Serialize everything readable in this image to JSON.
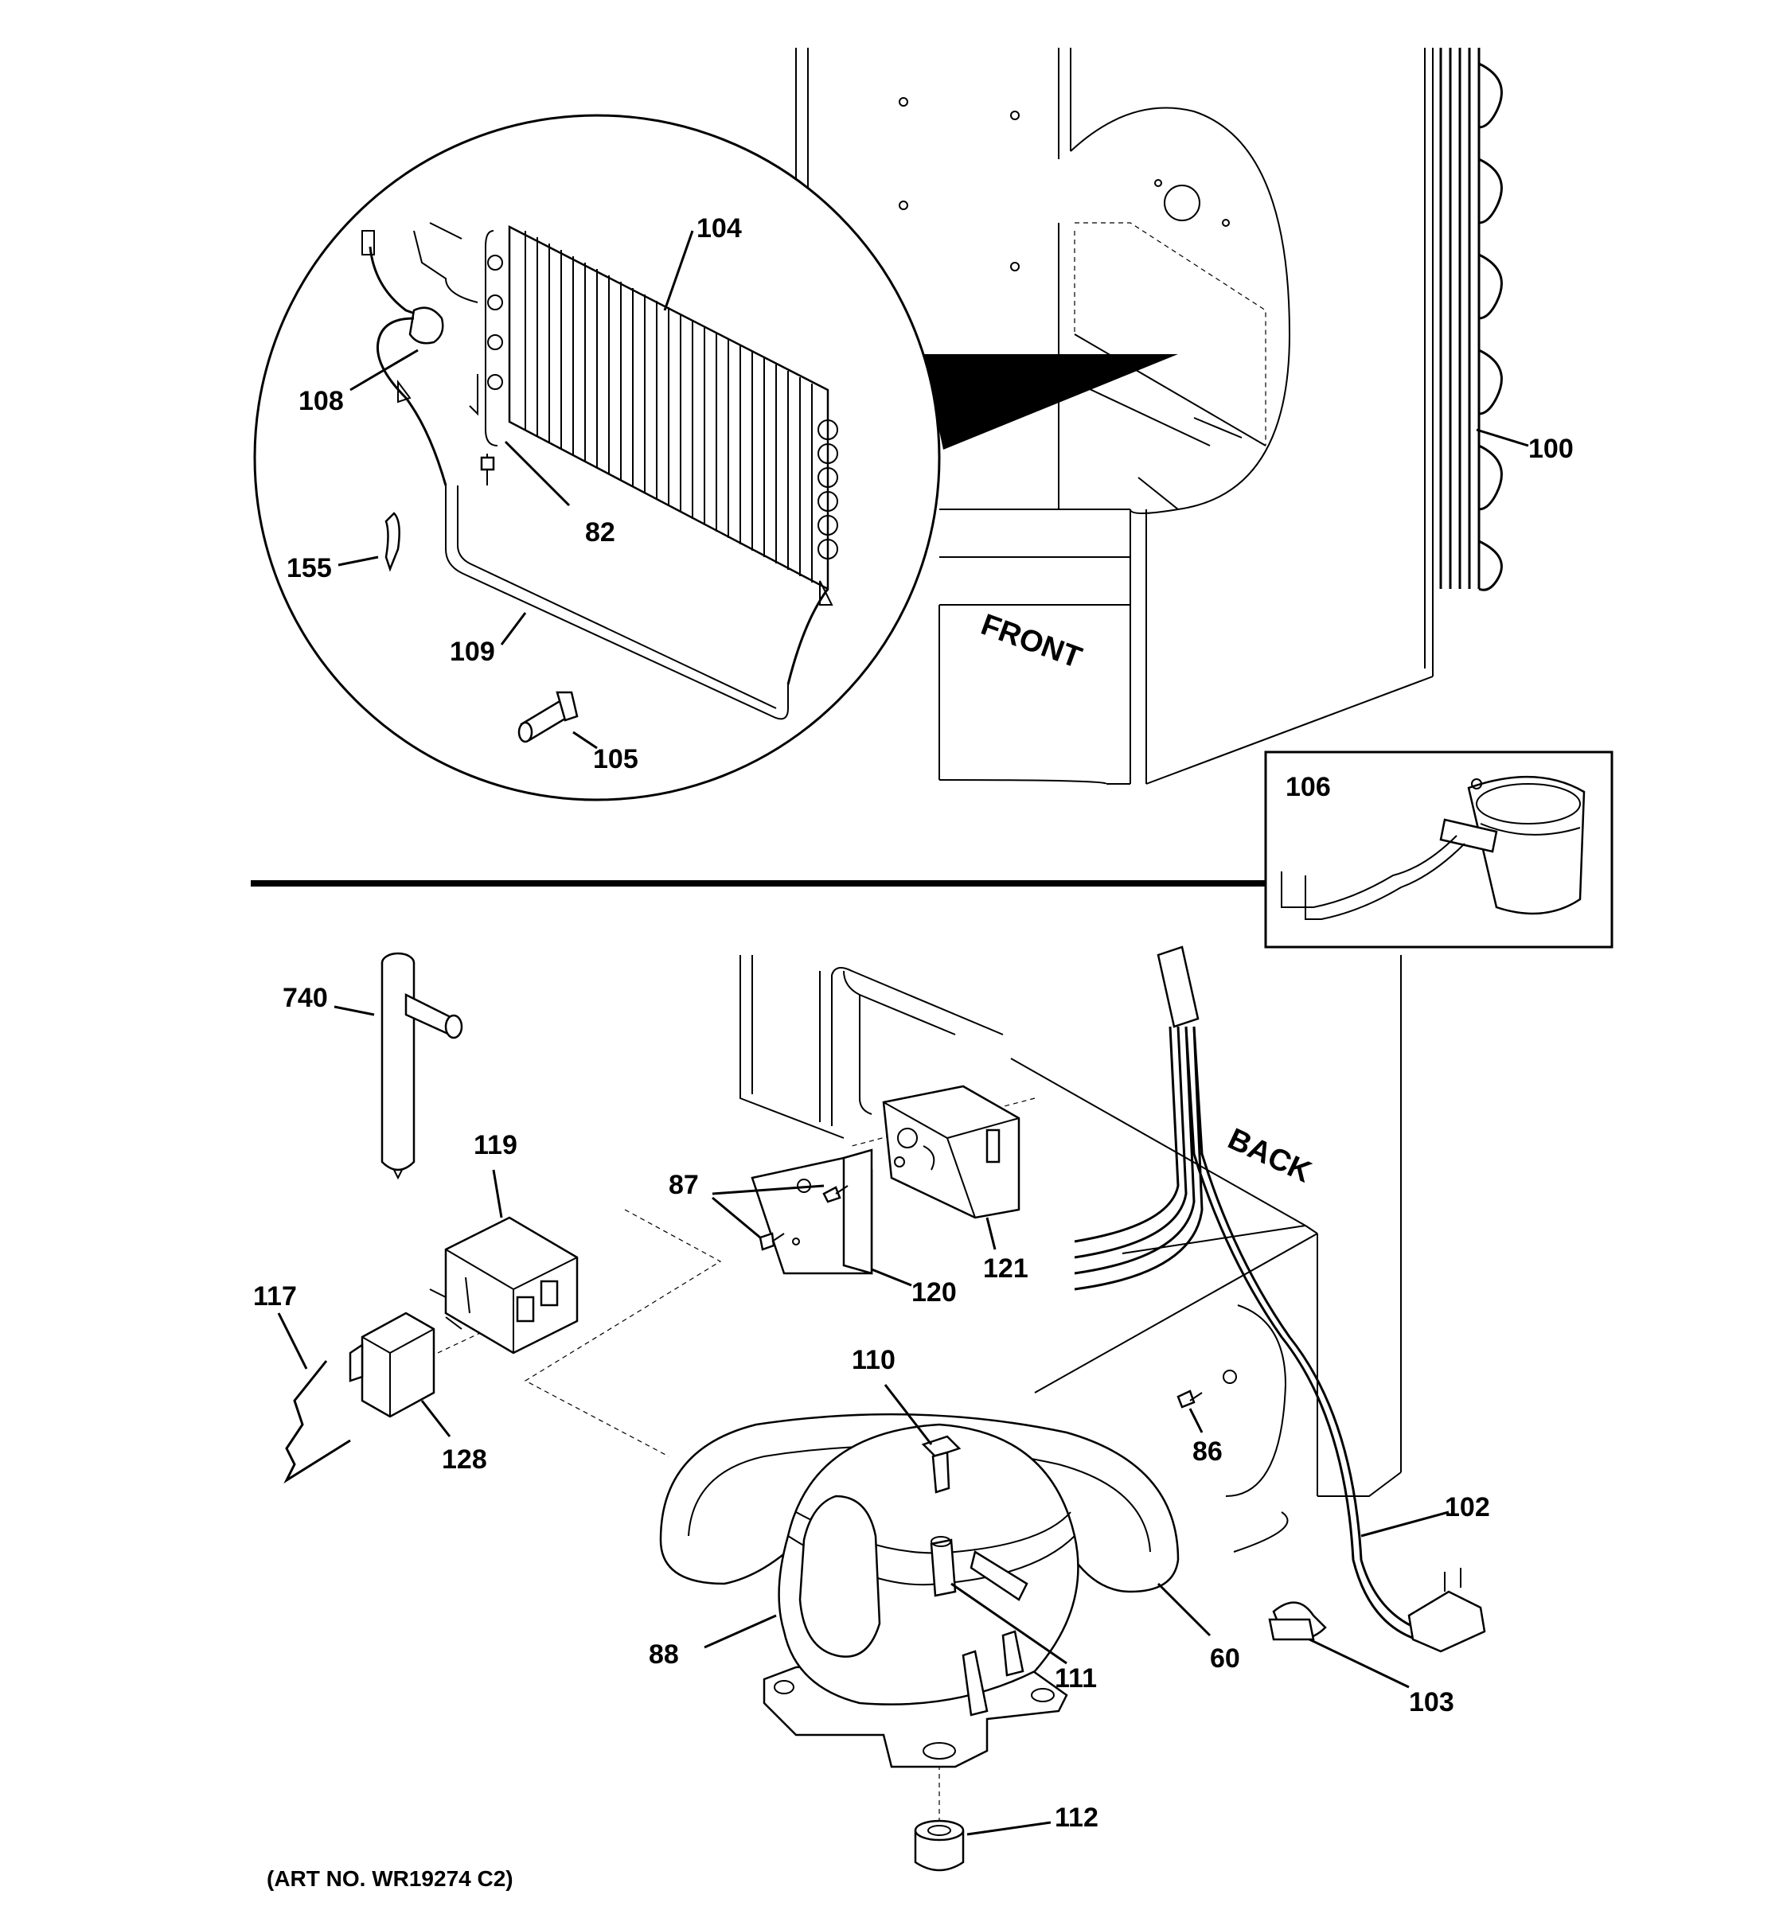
{
  "labels": {
    "front": "FRONT",
    "back": "BACK",
    "art_no": "(ART NO. WR19274 C2)"
  },
  "callouts": {
    "c100": "100",
    "c104": "104",
    "c108": "108",
    "c82": "82",
    "c155": "155",
    "c109": "109",
    "c105": "105",
    "c106": "106",
    "c740": "740",
    "c119": "119",
    "c87": "87",
    "c121": "121",
    "c120": "120",
    "c117": "117",
    "c128": "128",
    "c110": "110",
    "c86": "86",
    "c102": "102",
    "c88": "88",
    "c111": "111",
    "c60": "60",
    "c103": "103",
    "c112": "112"
  }
}
